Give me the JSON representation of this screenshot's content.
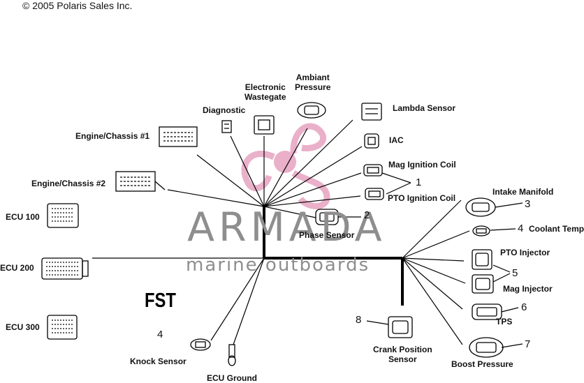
{
  "copyright": "© 2005 Polaris Sales Inc.",
  "diagram_title": "FST",
  "watermark": {
    "brand": "ARMADA",
    "tagline": "marine outboards",
    "accent_color": "#e8a8c4",
    "text_color": "#8e8e8e"
  },
  "labels": {
    "ambient_pressure": [
      "Ambiant",
      "Pressure"
    ],
    "electronic_wastegate": [
      "Electronic",
      "Wastegate"
    ],
    "diagnostic": "Diagnostic",
    "lambda_sensor": "Lambda Sensor",
    "engine_chassis_1": "Engine/Chassis #1",
    "iac": "IAC",
    "mag_ignition_coil": "Mag Ignition Coil",
    "engine_chassis_2": "Engine/Chassis #2",
    "pto_ignition_coil": "PTO Ignition Coil",
    "intake_manifold": "Intake Manifold",
    "ecu_100": "ECU 100",
    "phase_sensor": "Phase Sensor",
    "coolant_temp": "Coolant Temp",
    "pto_injector": "PTO Injector",
    "ecu_200": "ECU 200",
    "mag_injector": "Mag Injector",
    "tps": "TPS",
    "ecu_300": "ECU 300",
    "crank_position_sensor": [
      "Crank Position",
      "Sensor"
    ],
    "boost_pressure": "Boost Pressure",
    "knock_sensor": "Knock Sensor",
    "ecu_ground": "ECU Ground"
  },
  "callouts": {
    "ignition_coils": "1",
    "phase_sensor": "2",
    "intake_manifold": "3",
    "coolant_temp": "4",
    "knock_sensor": "4",
    "injectors": "5",
    "tps": "6",
    "boost_pressure": "7",
    "crank_position": "8"
  }
}
